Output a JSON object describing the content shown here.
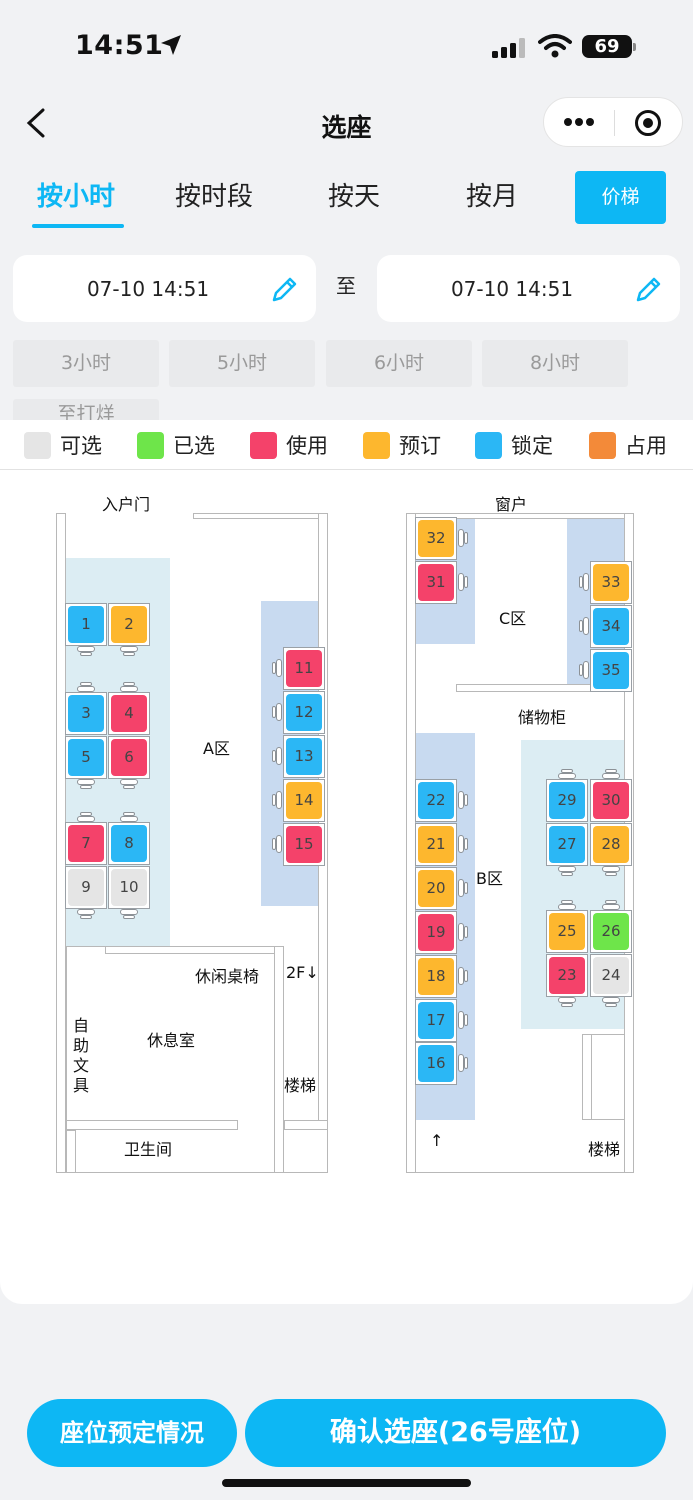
{
  "status_bar": {
    "time": "14:51",
    "battery": "69"
  },
  "header": {
    "title": "选座"
  },
  "tabs": [
    {
      "label": "按小时"
    },
    {
      "label": "按时段"
    },
    {
      "label": "按天"
    },
    {
      "label": "按月"
    }
  ],
  "price_button": "价梯",
  "time_range": {
    "start": "07-10 14:51",
    "to": "至",
    "end": "07-10 14:51"
  },
  "durations": [
    "3小时",
    "5小时",
    "6小时",
    "8小时",
    "至打烊"
  ],
  "legend": [
    {
      "label": "可选",
      "color": "#e5e5e5"
    },
    {
      "label": "已选",
      "color": "#6ee54a"
    },
    {
      "label": "使用",
      "color": "#f4426a"
    },
    {
      "label": "预订",
      "color": "#fdb72e"
    },
    {
      "label": "锁定",
      "color": "#2bb7f5"
    },
    {
      "label": "占用",
      "color": "#f38a39"
    }
  ],
  "map_labels": {
    "entrance": "入户门",
    "window": "窗户",
    "zone_a": "A区",
    "zone_b": "B区",
    "zone_c": "C区",
    "storage": "储物柜",
    "lounge": "休闲桌椅",
    "floor": "2F↓",
    "rest_room": "休息室",
    "self_service": "自助文具",
    "restroom": "卫生间",
    "stairs_left": "楼梯",
    "stairs_right": "楼梯",
    "arrow_up": "↑"
  },
  "seats": [
    {
      "num": "1",
      "status": "locked"
    },
    {
      "num": "2",
      "status": "reserved"
    },
    {
      "num": "3",
      "status": "locked"
    },
    {
      "num": "4",
      "status": "in_use"
    },
    {
      "num": "5",
      "status": "locked"
    },
    {
      "num": "6",
      "status": "in_use"
    },
    {
      "num": "7",
      "status": "in_use"
    },
    {
      "num": "8",
      "status": "locked"
    },
    {
      "num": "9",
      "status": "available"
    },
    {
      "num": "10",
      "status": "available"
    },
    {
      "num": "11",
      "status": "in_use"
    },
    {
      "num": "12",
      "status": "locked"
    },
    {
      "num": "13",
      "status": "locked"
    },
    {
      "num": "14",
      "status": "reserved"
    },
    {
      "num": "15",
      "status": "in_use"
    },
    {
      "num": "16",
      "status": "locked"
    },
    {
      "num": "17",
      "status": "locked"
    },
    {
      "num": "18",
      "status": "reserved"
    },
    {
      "num": "19",
      "status": "in_use"
    },
    {
      "num": "20",
      "status": "reserved"
    },
    {
      "num": "21",
      "status": "reserved"
    },
    {
      "num": "22",
      "status": "locked"
    },
    {
      "num": "23",
      "status": "in_use"
    },
    {
      "num": "24",
      "status": "available"
    },
    {
      "num": "25",
      "status": "reserved"
    },
    {
      "num": "26",
      "status": "selected"
    },
    {
      "num": "27",
      "status": "locked"
    },
    {
      "num": "28",
      "status": "reserved"
    },
    {
      "num": "29",
      "status": "locked"
    },
    {
      "num": "30",
      "status": "in_use"
    },
    {
      "num": "31",
      "status": "in_use"
    },
    {
      "num": "32",
      "status": "reserved"
    },
    {
      "num": "33",
      "status": "reserved"
    },
    {
      "num": "34",
      "status": "locked"
    },
    {
      "num": "35",
      "status": "locked"
    }
  ],
  "status_colors": {
    "available": "#e5e5e5",
    "selected": "#6ee54a",
    "in_use": "#f4426a",
    "reserved": "#fdb72e",
    "locked": "#2bb7f5",
    "occupied": "#f38a39"
  },
  "bottom": {
    "status_button": "座位预定情况",
    "confirm_button": "确认选座(26号座位)"
  }
}
